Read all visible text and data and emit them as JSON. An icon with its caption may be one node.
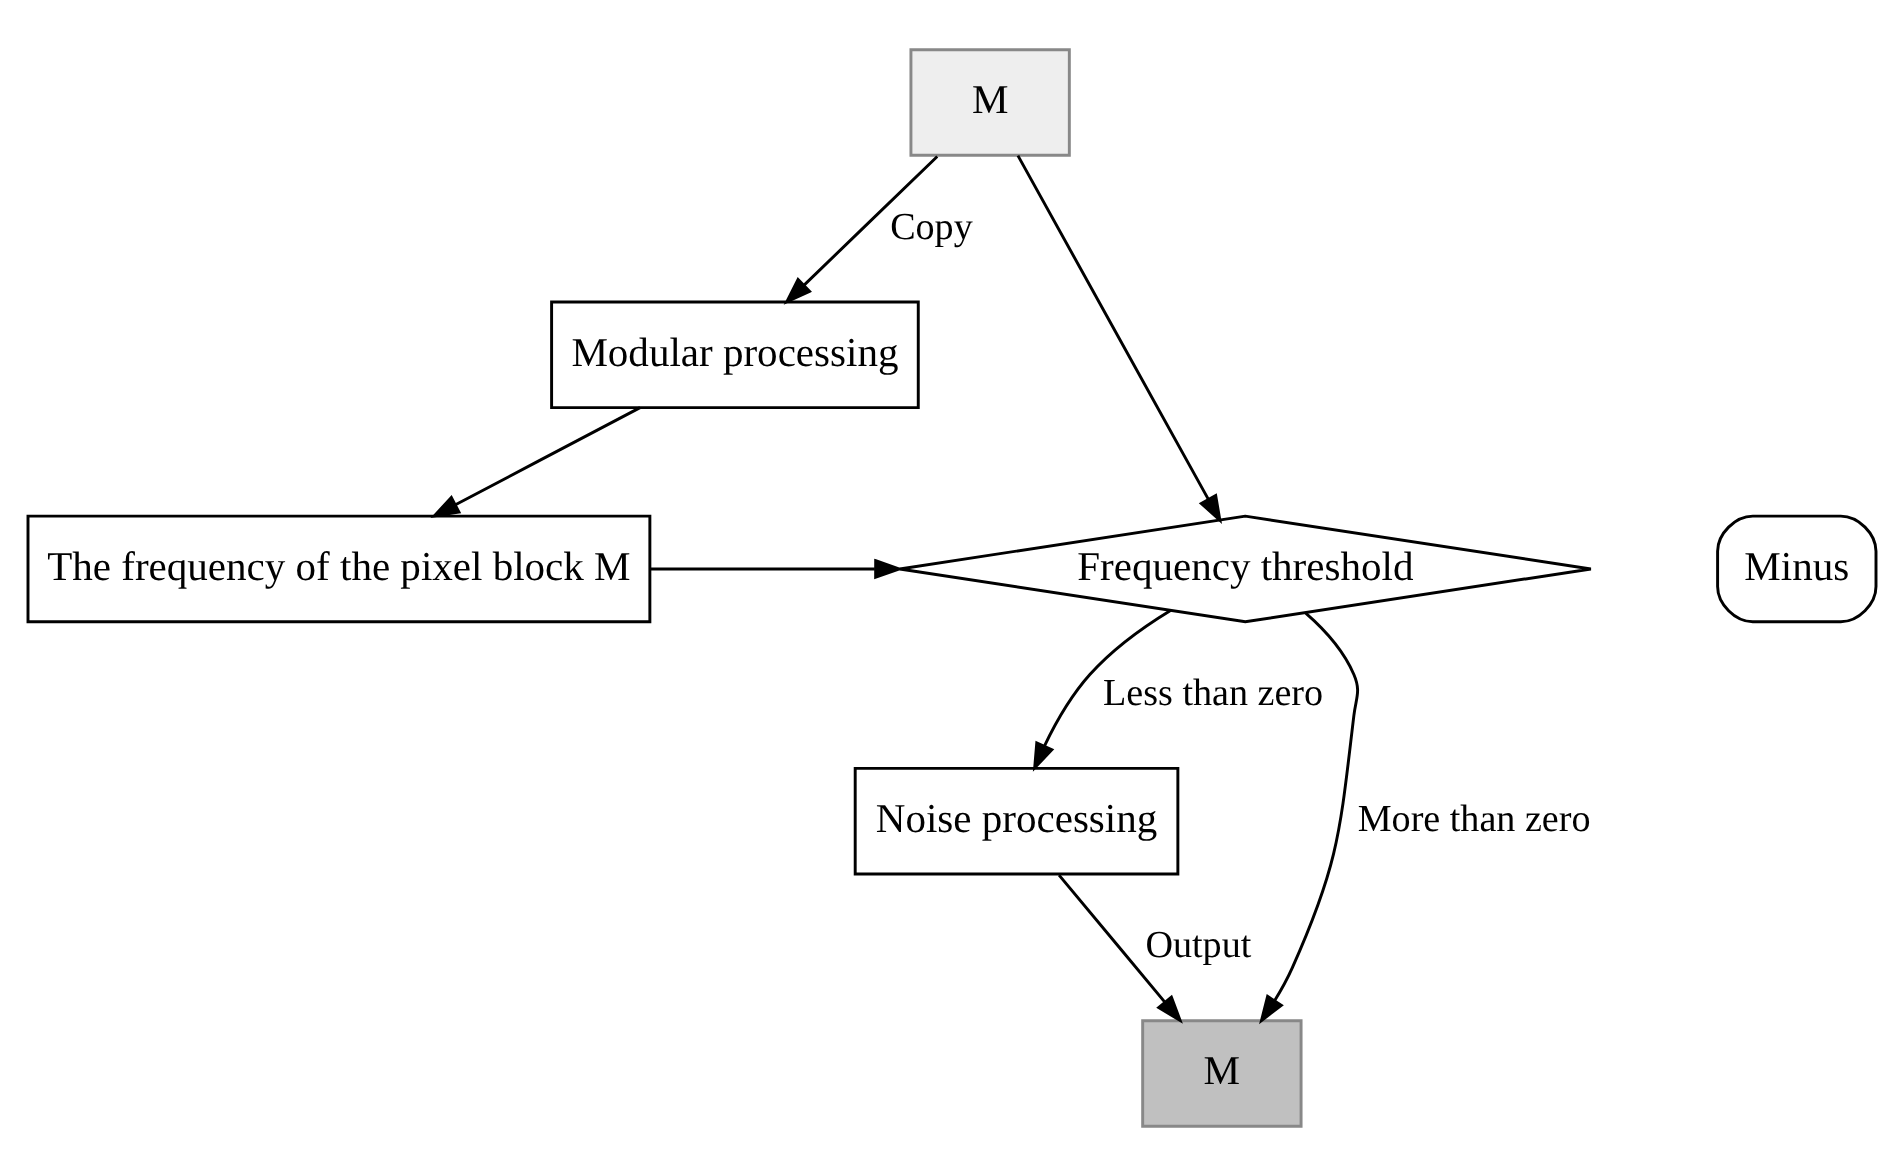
{
  "diagram": {
    "nodes": [
      {
        "text": [
          "M"
        ]
      },
      {
        "text": [
          "Modular processing"
        ]
      },
      {
        "text": [
          "The frequency of the pixel block M"
        ]
      },
      {
        "text": [
          "Frequency threshold"
        ]
      },
      {
        "text": [
          "Minus"
        ]
      },
      {
        "text": [
          "Noise processing"
        ]
      },
      {
        "text": [
          "M"
        ]
      }
    ],
    "edges": [
      {
        "from": 0,
        "to": 1,
        "arrow": "to",
        "label": "Copy"
      },
      {
        "from": 0,
        "to": 3,
        "arrow": "to"
      },
      {
        "from": 1,
        "to": 2,
        "arrow": "to"
      },
      {
        "from": 2,
        "to": 3,
        "arrow": "to"
      },
      {
        "from": 3,
        "to": 5,
        "arrow": "to",
        "label": "Less than zero"
      },
      {
        "from": 3,
        "to": 6,
        "arrow": "to",
        "label": "More than zero"
      },
      {
        "from": 5,
        "to": 6,
        "arrow": "to",
        "label": "Output"
      }
    ]
  }
}
